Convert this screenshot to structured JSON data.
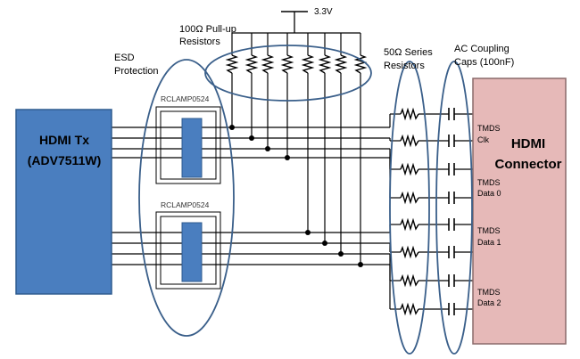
{
  "supply": {
    "voltage": "3.3V"
  },
  "pullup": {
    "line1": "100Ω Pull-up",
    "line2": "Resistors"
  },
  "esd": {
    "line1": "ESD",
    "line2": "Protection",
    "chip_top": "RCLAMP0524",
    "chip_bottom": "RCLAMP0524"
  },
  "series": {
    "line1": "50Ω Series",
    "line2": "Resistors"
  },
  "coupling": {
    "line1": "AC Coupling",
    "line2": "Caps (100nF)"
  },
  "tx": {
    "line1": "HDMI Tx",
    "line2": "(ADV7511W)"
  },
  "connector": {
    "line1": "HDMI",
    "line2": "Connector",
    "pins": [
      {
        "l1": "TMDS",
        "l2": "Clk"
      },
      {
        "l1": "TMDS",
        "l2": "Data 0"
      },
      {
        "l1": "TMDS",
        "l2": "Data 1"
      },
      {
        "l1": "TMDS",
        "l2": "Data 2"
      }
    ]
  },
  "colors": {
    "tx_fill": "#4a7ebf",
    "connector_fill": "#e6b9b8",
    "ellipse_stroke": "#3a5f8a",
    "chip_fill": "#4a7ebf",
    "wire": "#000000"
  }
}
